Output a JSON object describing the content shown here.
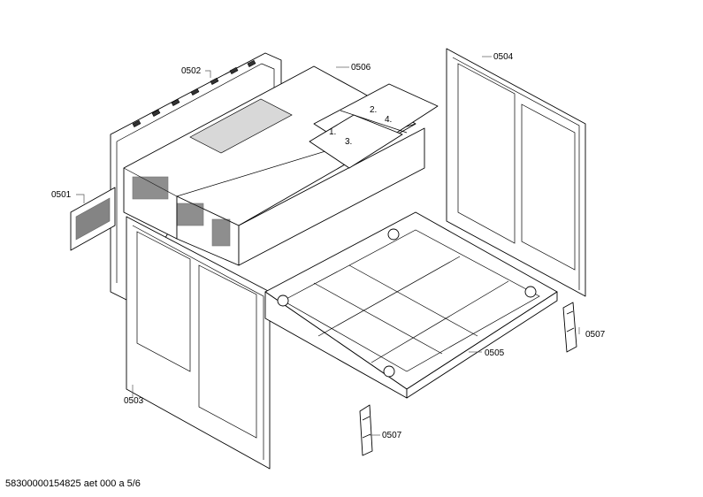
{
  "callouts": {
    "p0501": "0501",
    "p0502": "0502",
    "p0503": "0503",
    "p0504": "0504",
    "p0505": "0505",
    "p0506": "0506",
    "p0507a": "0507",
    "p0507b": "0507"
  },
  "steps": {
    "s1": "1.",
    "s2": "2.",
    "s3": "3.",
    "s4": "4."
  },
  "footer": {
    "document_id": "58300000154825 aet 000 a 5/6"
  }
}
